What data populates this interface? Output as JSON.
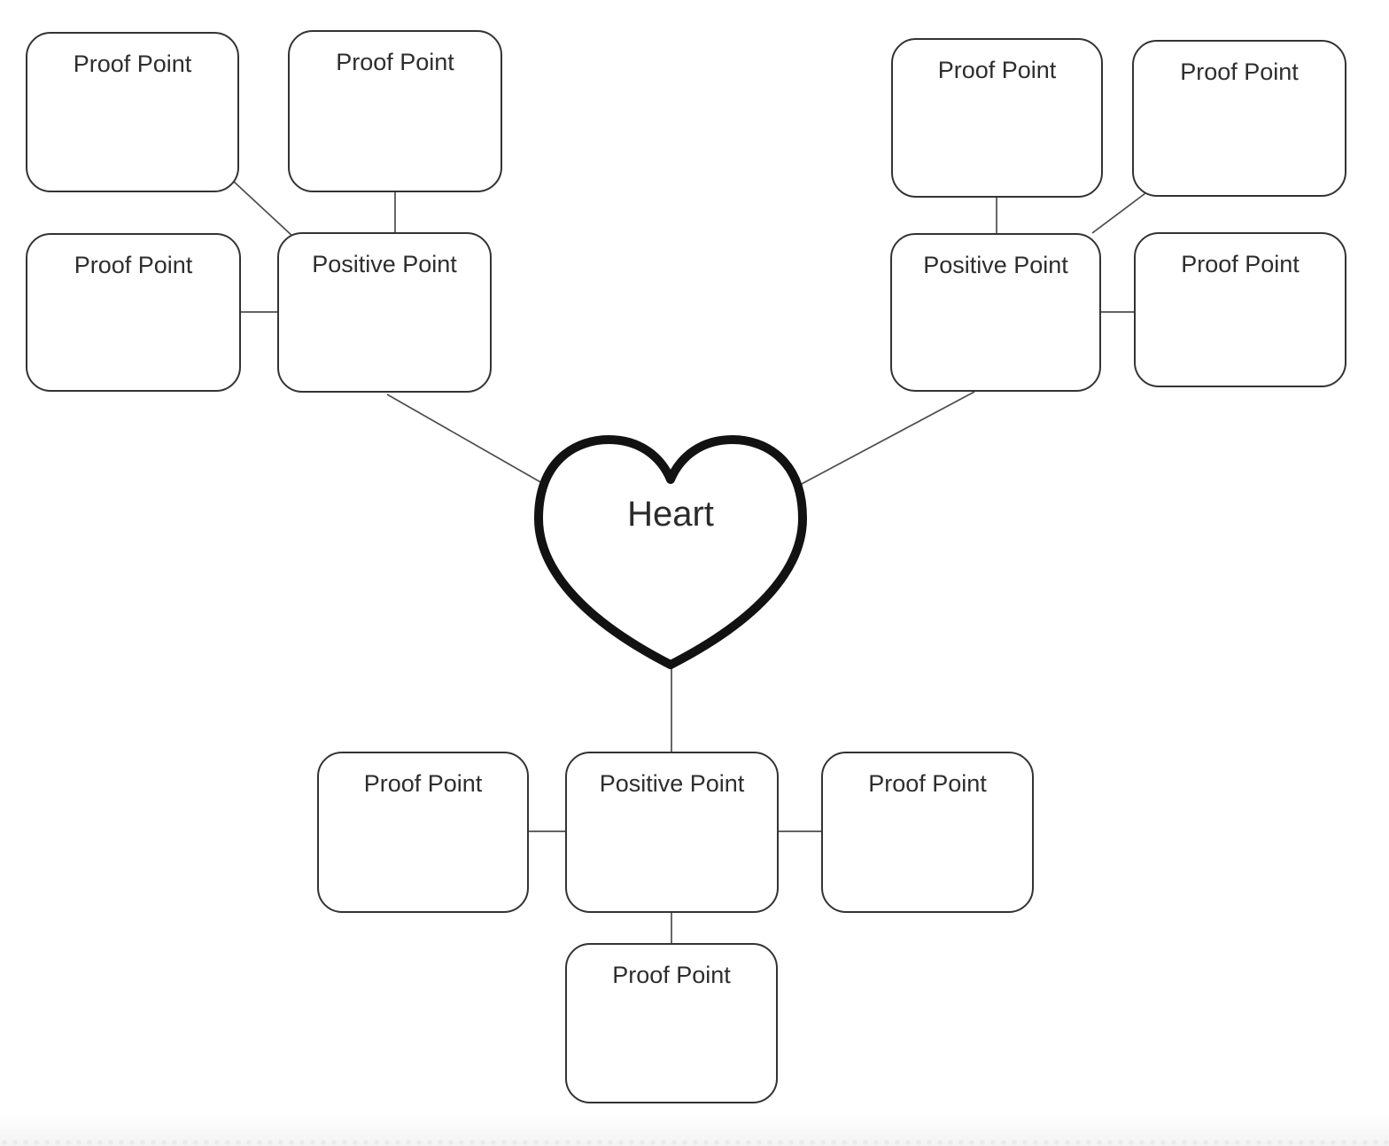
{
  "diagram": {
    "type": "mind-map-template",
    "center": {
      "label": "Heart",
      "shape": "heart"
    },
    "clusters": {
      "top_left": {
        "positive": {
          "label": "Positive Point"
        },
        "proofs": [
          {
            "label": "Proof Point"
          },
          {
            "label": "Proof Point"
          },
          {
            "label": "Proof Point"
          }
        ]
      },
      "top_right": {
        "positive": {
          "label": "Positive Point"
        },
        "proofs": [
          {
            "label": "Proof Point"
          },
          {
            "label": "Proof Point"
          },
          {
            "label": "Proof Point"
          }
        ]
      },
      "bottom": {
        "positive": {
          "label": "Positive Point"
        },
        "proofs": [
          {
            "label": "Proof Point"
          },
          {
            "label": "Proof Point"
          },
          {
            "label": "Proof Point"
          }
        ]
      }
    },
    "edges": [
      {
        "from": "top-left-proof-1",
        "to": "top-left-positive"
      },
      {
        "from": "top-left-proof-2",
        "to": "top-left-positive"
      },
      {
        "from": "top-left-proof-3",
        "to": "top-left-positive"
      },
      {
        "from": "top-left-positive",
        "to": "heart"
      },
      {
        "from": "top-right-proof-1",
        "to": "top-right-positive"
      },
      {
        "from": "top-right-proof-2",
        "to": "top-right-positive"
      },
      {
        "from": "top-right-proof-3",
        "to": "top-right-positive"
      },
      {
        "from": "top-right-positive",
        "to": "heart"
      },
      {
        "from": "heart",
        "to": "bottom-positive"
      },
      {
        "from": "bottom-proof-left",
        "to": "bottom-positive"
      },
      {
        "from": "bottom-proof-right",
        "to": "bottom-positive"
      },
      {
        "from": "bottom-proof-bottom",
        "to": "bottom-positive"
      }
    ],
    "colors": {
      "box_border": "#333333",
      "box_fill": "#ffffff",
      "label_text": "#2e2e2e",
      "connector": "#4d4d4d",
      "heart_stroke": "#121212",
      "canvas_background": "#ffffff",
      "canvas_bottom_band": "#f3f3f3"
    }
  }
}
